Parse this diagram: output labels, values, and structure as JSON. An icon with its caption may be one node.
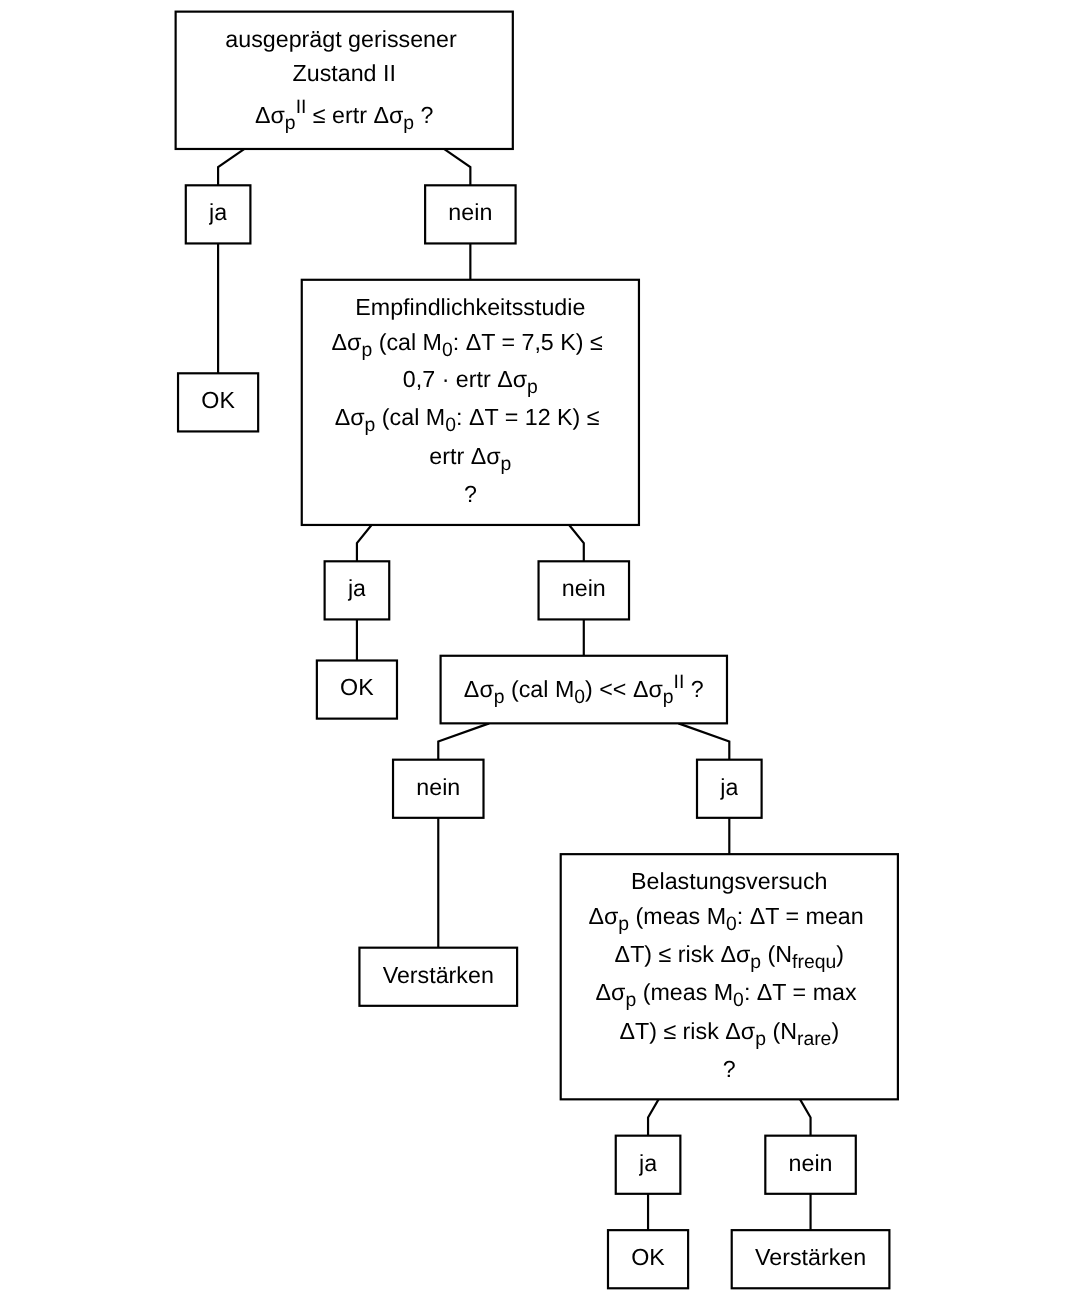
{
  "diagram": {
    "nodes": [
      {
        "text": [
          "ausgeprägt gerissener Zustand II",
          "Δσ$_{p}$$^{II}$ ≤ ertr Δσ$_{p}$ ?"
        ]
      },
      {
        "text": [
          "ja"
        ]
      },
      {
        "text": [
          "OK"
        ]
      },
      {
        "text": [
          "nein"
        ]
      },
      {
        "text": [
          "Empfindlichkeitsstudie",
          "Δσ$_{p}$ (cal M$_{0}$: ΔT = 7,5 K) ≤ 0,7 · ertr Δσ$_{p}$",
          "Δσ$_{p}$ (cal M$_{0}$: ΔT = 12 K) ≤ ertr Δσ$_{p}$",
          "?"
        ]
      },
      {
        "text": [
          "ja"
        ]
      },
      {
        "text": [
          "OK"
        ]
      },
      {
        "text": [
          "nein"
        ]
      },
      {
        "text": [
          "Δσ$_{p}$ (cal M$_{0}$) << Δσ$_{p}$$^{II}$ ?"
        ]
      },
      {
        "text": [
          "nein"
        ]
      },
      {
        "text": [
          "Verstärken"
        ]
      },
      {
        "text": [
          "ja"
        ]
      },
      {
        "text": [
          "Belastungsversuch",
          "Δσ$_{p}$ (meas M$_{0}$: ΔT = mean ΔT) ≤ risk Δσ$_{p}$ (N$_{frequ}$)",
          "Δσ$_{p}$ (meas M$_{0}$: ΔT = max ΔT) ≤ risk Δσ$_{p}$ (N$_{rare}$)",
          "?"
        ]
      },
      {
        "text": [
          "ja"
        ]
      },
      {
        "text": [
          "OK"
        ]
      },
      {
        "text": [
          "nein"
        ]
      },
      {
        "text": [
          "Verstärken"
        ]
      }
    ],
    "edges": [
      {
        "from": 0,
        "to": 1,
        "arrow": "none"
      },
      {
        "from": 1,
        "to": 2,
        "arrow": "none"
      },
      {
        "from": 0,
        "to": 3,
        "arrow": "none"
      },
      {
        "from": 3,
        "to": 4,
        "arrow": "none"
      },
      {
        "from": 4,
        "to": 5,
        "arrow": "none"
      },
      {
        "from": 5,
        "to": 6,
        "arrow": "none"
      },
      {
        "from": 4,
        "to": 7,
        "arrow": "none"
      },
      {
        "from": 7,
        "to": 8,
        "arrow": "none"
      },
      {
        "from": 8,
        "to": 9,
        "arrow": "none"
      },
      {
        "from": 9,
        "to": 10,
        "arrow": "none"
      },
      {
        "from": 8,
        "to": 11,
        "arrow": "none"
      },
      {
        "from": 11,
        "to": 12,
        "arrow": "none"
      },
      {
        "from": 12,
        "to": 13,
        "arrow": "none"
      },
      {
        "from": 13,
        "to": 14,
        "arrow": "none"
      },
      {
        "from": 12,
        "to": 15,
        "arrow": "none"
      },
      {
        "from": 15,
        "to": 16,
        "arrow": "none"
      }
    ]
  }
}
